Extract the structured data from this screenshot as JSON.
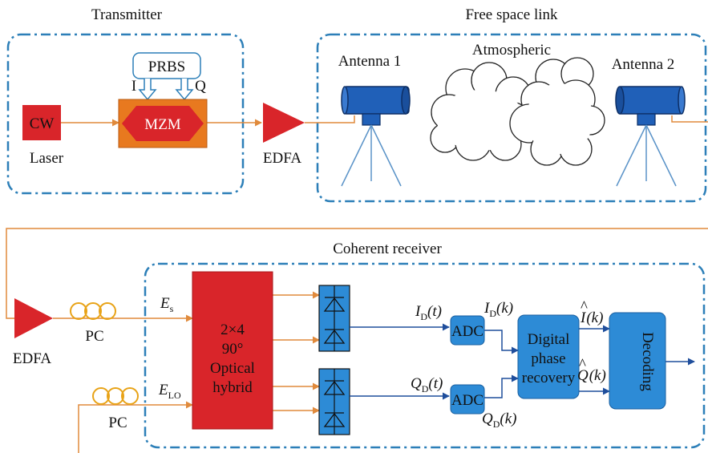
{
  "sections": {
    "transmitter": "Transmitter",
    "free_space": "Free space link",
    "receiver": "Coherent receiver"
  },
  "transmitter": {
    "cw": "CW",
    "laser": "Laser",
    "prbs": "PRBS",
    "i": "I",
    "q": "Q",
    "mzm": "MZM",
    "edfa": "EDFA"
  },
  "link": {
    "antenna1": "Antenna 1",
    "antenna2": "Antenna 2",
    "atmospheric": "Atmospheric"
  },
  "receiver": {
    "edfa": "EDFA",
    "pc1": "PC",
    "pc2": "PC",
    "es": "E",
    "es_sub": "s",
    "elo": "E",
    "elo_sub": "LO",
    "hybrid_l1": "2×4",
    "hybrid_l2": "90°",
    "hybrid_l3": "Optical",
    "hybrid_l4": "hybrid",
    "id_t": "I",
    "id_t_sub": "D",
    "id_t_arg": "(t)",
    "qd_t": "Q",
    "qd_t_sub": "D",
    "qd_t_arg": "(t)",
    "adc1": "ADC",
    "adc2": "ADC",
    "id_k": "I",
    "id_k_sub": "D",
    "id_k_arg": "(k)",
    "qd_k": "Q",
    "qd_k_sub": "D",
    "qd_k_arg": "(k)",
    "dpr_l1": "Digital",
    "dpr_l2": "phase",
    "dpr_l3": "recovery",
    "ihat": "I",
    "ihat_arg": "(k)",
    "qhat": "Q",
    "qhat_arg": "(k)",
    "decoding": "Decoding"
  },
  "colors": {
    "frame": "#2c7fb8",
    "fiber": "#e08a3c",
    "red_block": "#d9252a",
    "blue_block": "#2d8bd6",
    "signal": "#1f4e9c",
    "mzm_outer": "#e8791f"
  }
}
